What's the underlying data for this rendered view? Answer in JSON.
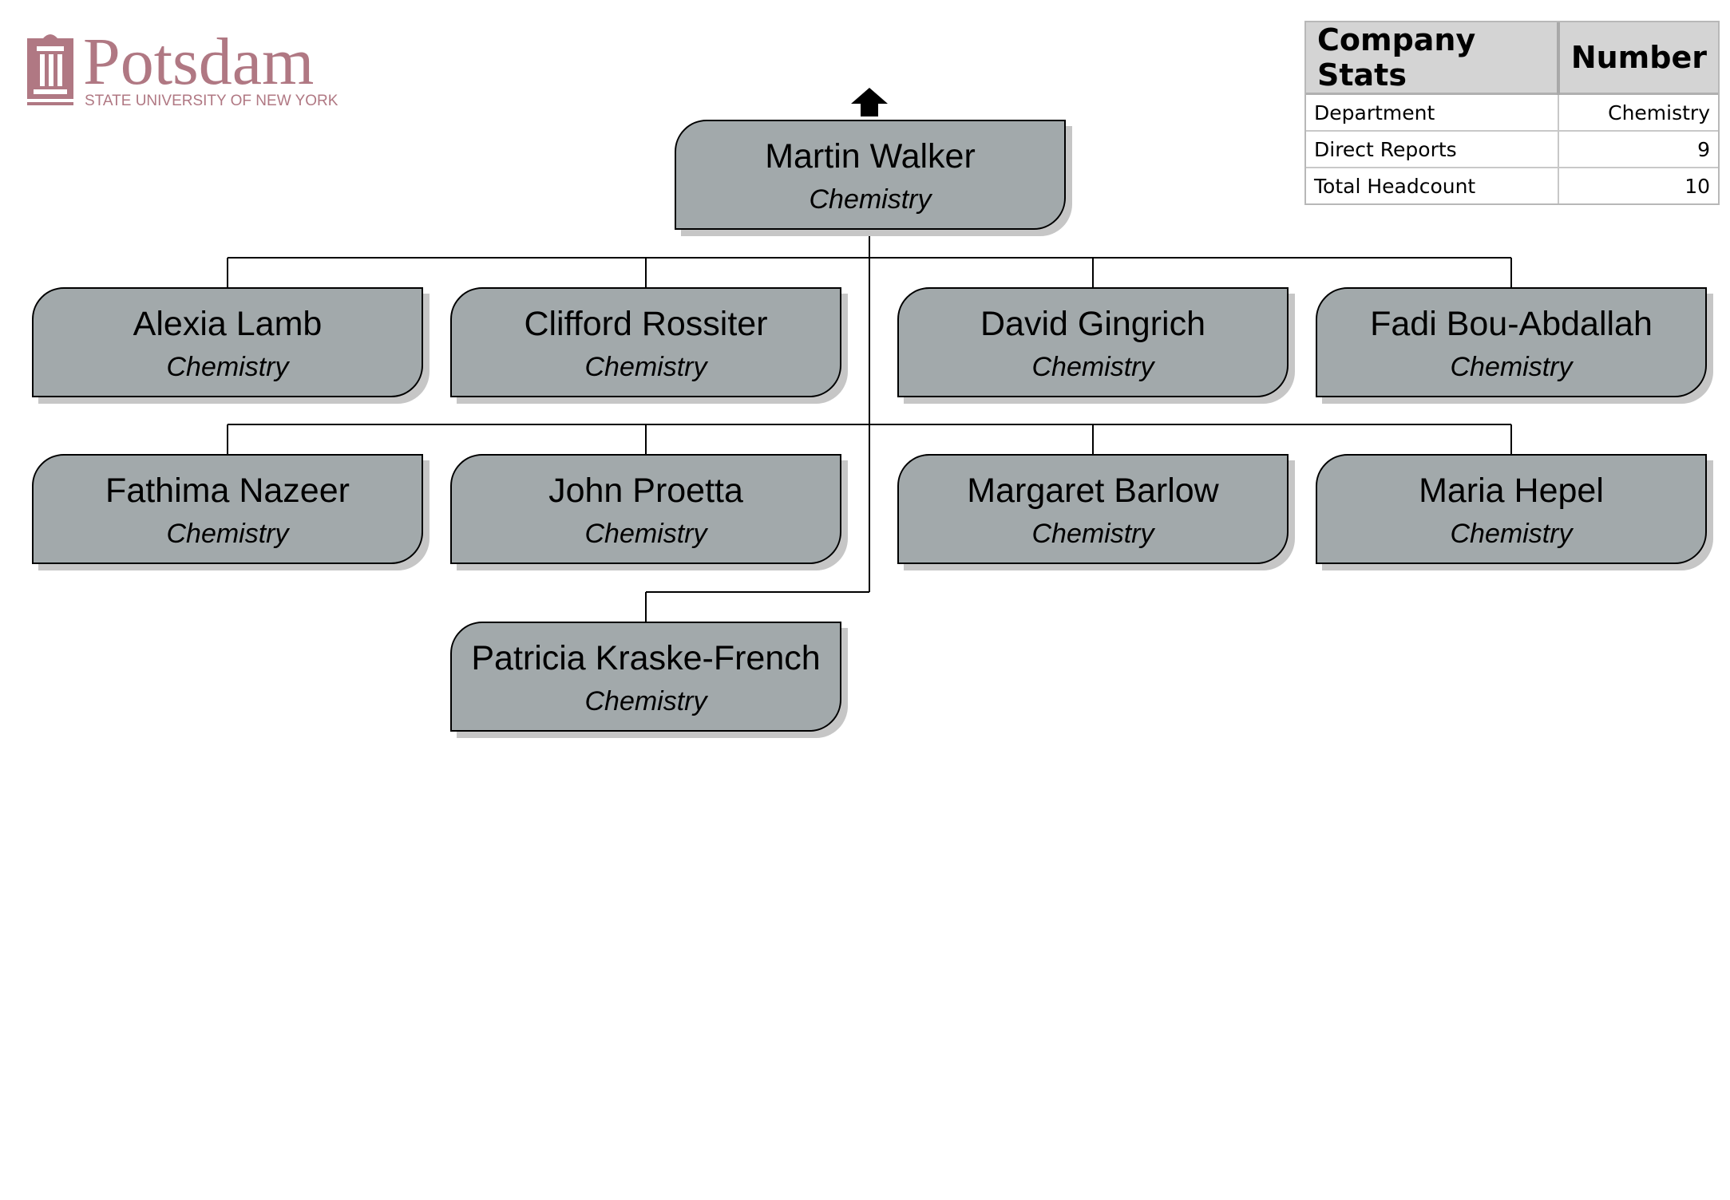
{
  "logo": {
    "name": "Potsdam",
    "subtitle": "STATE UNIVERSITY OF NEW YORK"
  },
  "stats": {
    "header_label": "Company Stats",
    "header_value": "Number",
    "rows": [
      {
        "label": "Department",
        "value": "Chemistry"
      },
      {
        "label": "Direct Reports",
        "value": "9"
      },
      {
        "label": "Total Headcount",
        "value": "10"
      }
    ]
  },
  "manager": {
    "name": "Martin Walker",
    "dept": "Chemistry"
  },
  "reports": [
    {
      "name": "Alexia Lamb",
      "dept": "Chemistry"
    },
    {
      "name": "Clifford Rossiter",
      "dept": "Chemistry"
    },
    {
      "name": "David Gingrich",
      "dept": "Chemistry"
    },
    {
      "name": "Fadi Bou-Abdallah",
      "dept": "Chemistry"
    },
    {
      "name": "Fathima Nazeer",
      "dept": "Chemistry"
    },
    {
      "name": "John Proetta",
      "dept": "Chemistry"
    },
    {
      "name": "Margaret Barlow",
      "dept": "Chemistry"
    },
    {
      "name": "Maria Hepel",
      "dept": "Chemistry"
    },
    {
      "name": "Patricia Kraske-French",
      "dept": "Chemistry"
    }
  ],
  "colors": {
    "box_fill": "#a2a9ab",
    "logo": "#b07883"
  },
  "icons": {
    "up_arrow": "up-arrow-icon",
    "logo_building": "building-icon"
  }
}
